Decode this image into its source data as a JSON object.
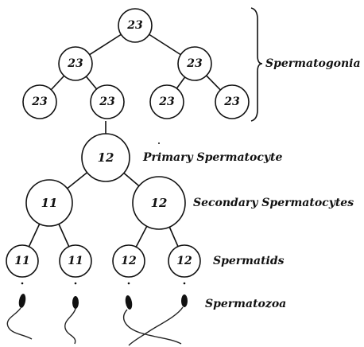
{
  "generations": {
    "spermatogonia_gen1": [
      "23"
    ],
    "spermatogonia_gen2": [
      "23",
      "23"
    ],
    "spermatogonia_gen3": [
      "23",
      "23",
      "23",
      "23"
    ],
    "primary_spermatocyte": [
      "12"
    ],
    "secondary_spermatocytes": [
      "11",
      "12"
    ],
    "spermatids": [
      "11",
      "11",
      "12",
      "12"
    ]
  },
  "labels": {
    "spermatogonia": "Spermatogonia",
    "primary_spermatocyte": "Primary Spermatocyte",
    "secondary_spermatocytes": "Secondary Spermatocytes",
    "spermatids": "Spermatids",
    "spermatozoa": "Spermatozoa"
  }
}
